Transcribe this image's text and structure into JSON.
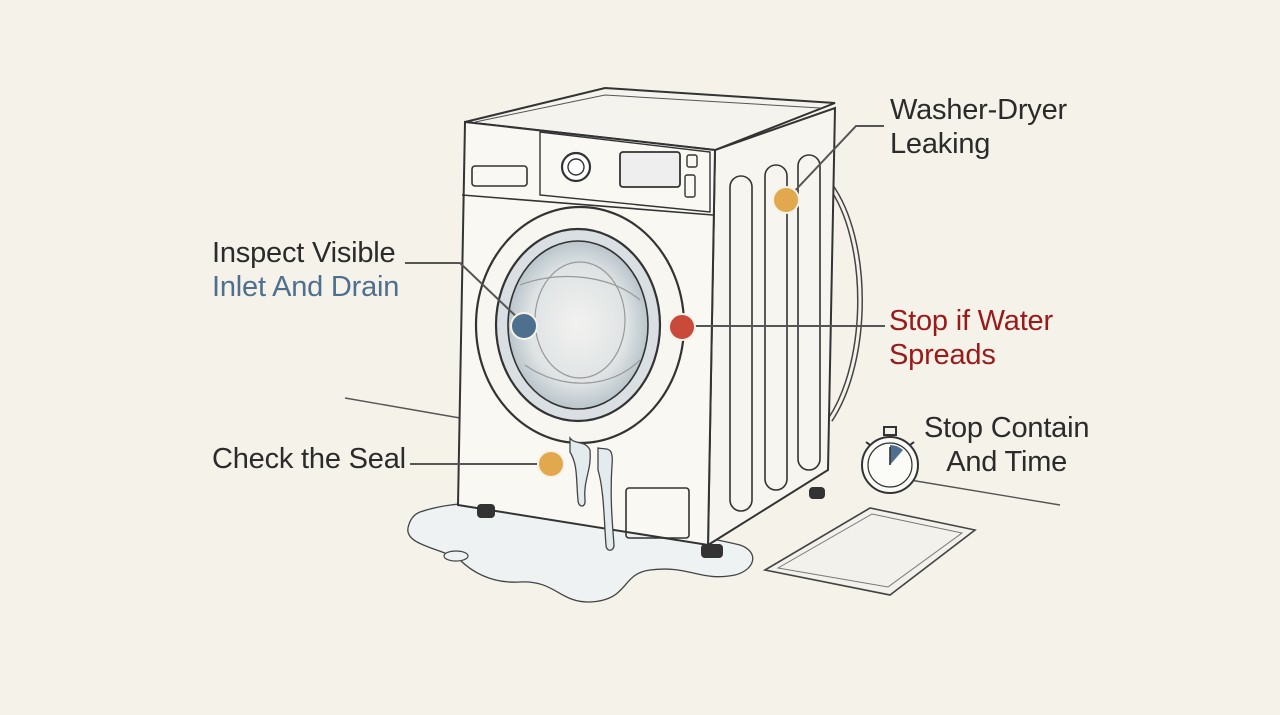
{
  "callouts": {
    "washer_dryer_leaking": {
      "line1": "Washer-Dryer",
      "line2": "Leaking"
    },
    "inspect_inlet_drain": {
      "line1": "Inspect Visible",
      "line2": "Inlet And Drain"
    },
    "stop_if_water_spreads": {
      "line1": "Stop if Water",
      "line2": "Spreads"
    },
    "check_the_seal": {
      "line1": "Check the Seal"
    },
    "stop_contain_time": {
      "line1": "Stop Contain",
      "line2": "And Time"
    }
  },
  "colors": {
    "background": "#f5f2ea",
    "ink": "#2b2b2b",
    "blue_text": "#4f6f8f",
    "red_text": "#9a1a1a",
    "dot_yellow": "#e2a84e",
    "dot_blue": "#4f6f8f",
    "dot_red": "#c94a3a",
    "water": "#bfd3de"
  },
  "icons": [
    "stopwatch-icon",
    "mat-icon",
    "washing-machine-illustration"
  ]
}
